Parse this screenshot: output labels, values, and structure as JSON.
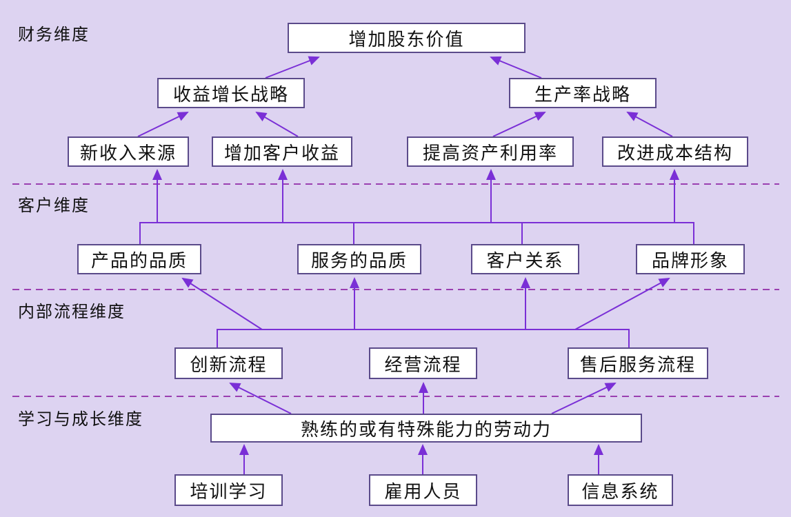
{
  "dimensions": {
    "finance": "财务维度",
    "customer": "客户维度",
    "process": "内部流程维度",
    "learning": "学习与成长维度"
  },
  "nodes": {
    "shareholder_value": "增加股东价值",
    "revenue_growth": "收益增长战略",
    "productivity": "生产率战略",
    "new_revenue": "新收入来源",
    "customer_revenue": "增加客户收益",
    "asset_utilization": "提高资产利用率",
    "cost_structure": "改进成本结构",
    "product_quality": "产品的品质",
    "service_quality": "服务的品质",
    "customer_relations": "客户关系",
    "brand_image": "品牌形象",
    "innovation_process": "创新流程",
    "operations_process": "经营流程",
    "after_sales_process": "售后服务流程",
    "skilled_workforce": "熟练的或有特殊能力的劳动力",
    "training": "培训学习",
    "hiring": "雇用人员",
    "info_system": "信息系统"
  },
  "colors": {
    "background": "#ddd3f1",
    "arrow": "#7a2fd6",
    "divider": "#9a3fb0",
    "box_border": "#5a4a8a"
  }
}
